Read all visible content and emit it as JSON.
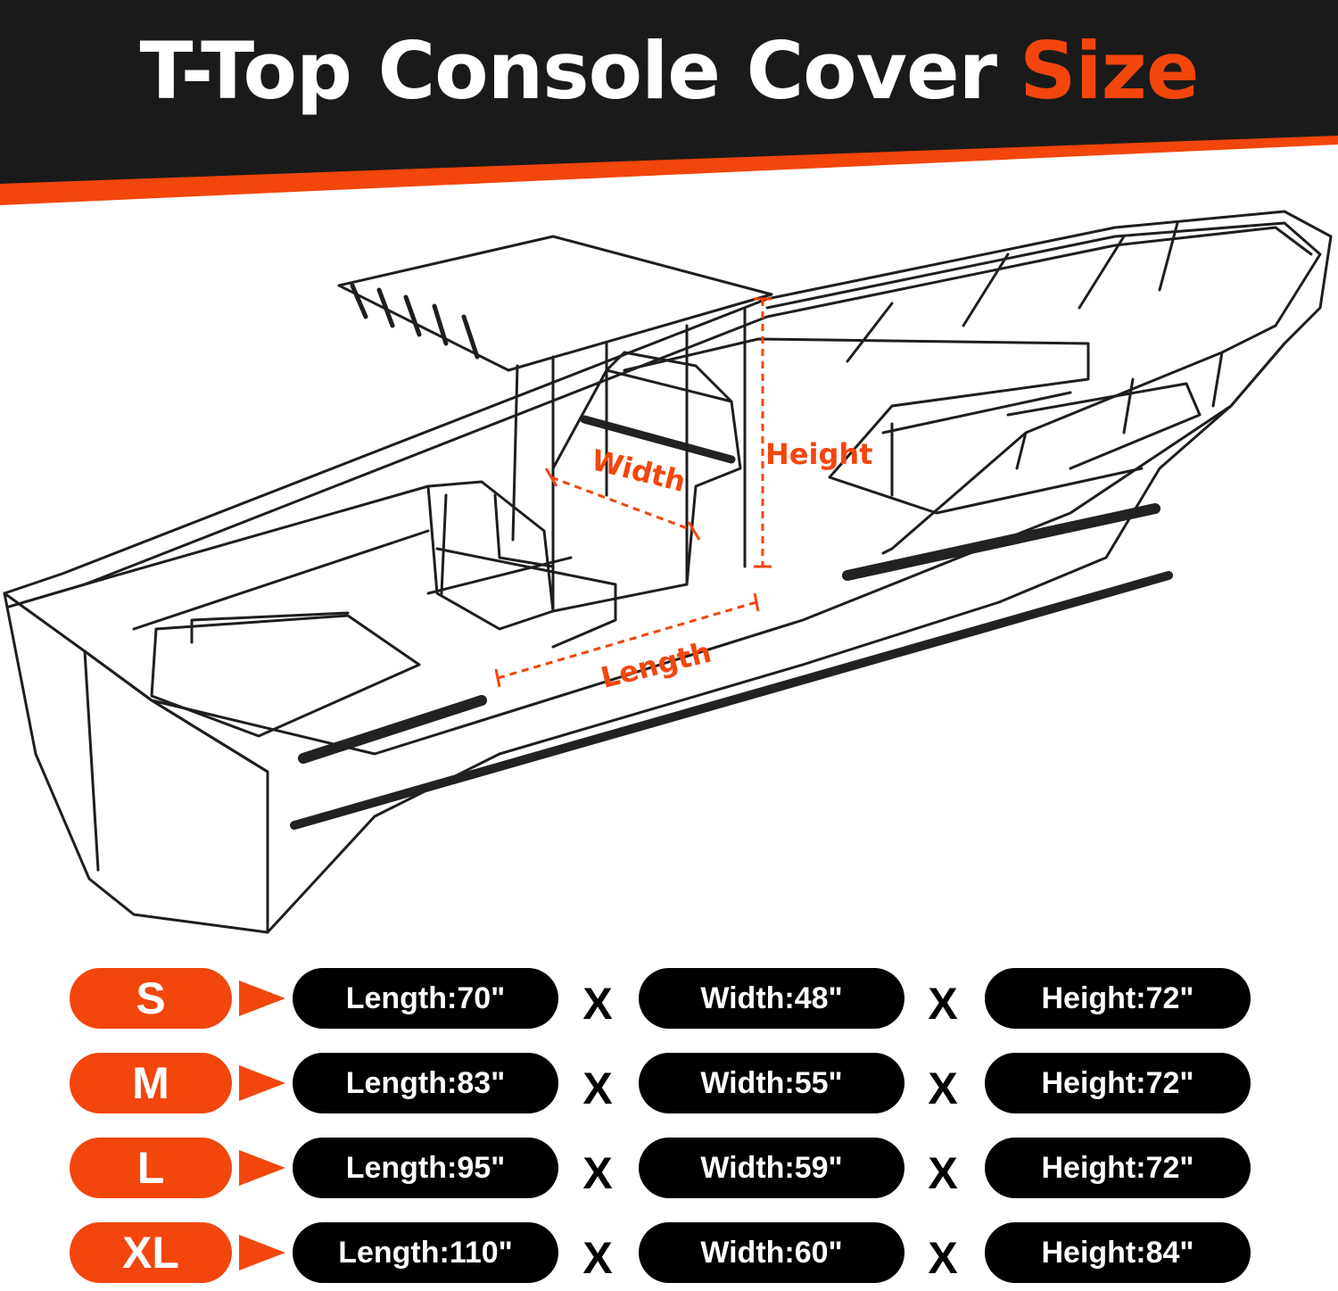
{
  "colors": {
    "accent": "#f2460d",
    "dark": "#1a1a1a",
    "line": "#1e1e1e",
    "pill": "#000000"
  },
  "header": {
    "title": "T-Top Console Cover",
    "title_accent": "Size"
  },
  "diagram": {
    "labels": {
      "height": "Height",
      "width": "Width",
      "length": "Length"
    }
  },
  "separator": "X",
  "sizes": [
    {
      "size": "S",
      "length": "Length:70\"",
      "width": "Width:48\"",
      "height": "Height:72\""
    },
    {
      "size": "M",
      "length": "Length:83\"",
      "width": "Width:55\"",
      "height": "Height:72\""
    },
    {
      "size": "L",
      "length": "Length:95\"",
      "width": "Width:59\"",
      "height": "Height:72\""
    },
    {
      "size": "XL",
      "length": "Length:110\"",
      "width": "Width:60\"",
      "height": "Height:84\""
    }
  ]
}
